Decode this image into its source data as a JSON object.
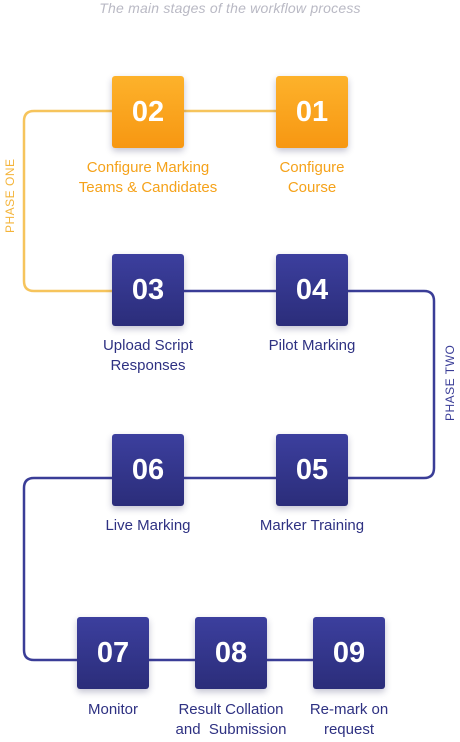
{
  "caption": "The main stages of the workflow process",
  "phases": {
    "one": "PHASE ONE",
    "two": "PHASE TWO"
  },
  "steps": [
    {
      "number": "01",
      "label_lines": [
        "Configure",
        "Course"
      ]
    },
    {
      "number": "02",
      "label_lines": [
        "Configure Marking",
        "Teams & Candidates"
      ]
    },
    {
      "number": "03",
      "label_lines": [
        "Upload Script",
        "Responses"
      ]
    },
    {
      "number": "04",
      "label_lines": [
        "Pilot Marking"
      ]
    },
    {
      "number": "05",
      "label_lines": [
        "Marker Training"
      ]
    },
    {
      "number": "06",
      "label_lines": [
        "Live Marking"
      ]
    },
    {
      "number": "07",
      "label_lines": [
        "Monitor"
      ]
    },
    {
      "number": "08",
      "label_lines": [
        "Result Collation",
        "and  Submission"
      ]
    },
    {
      "number": "09",
      "label_lines": [
        "Re-mark on",
        "request"
      ]
    }
  ],
  "colors": {
    "phase_one": "#f5a21a",
    "phase_two": "#2e3182",
    "caption": "#b9b9c4"
  }
}
